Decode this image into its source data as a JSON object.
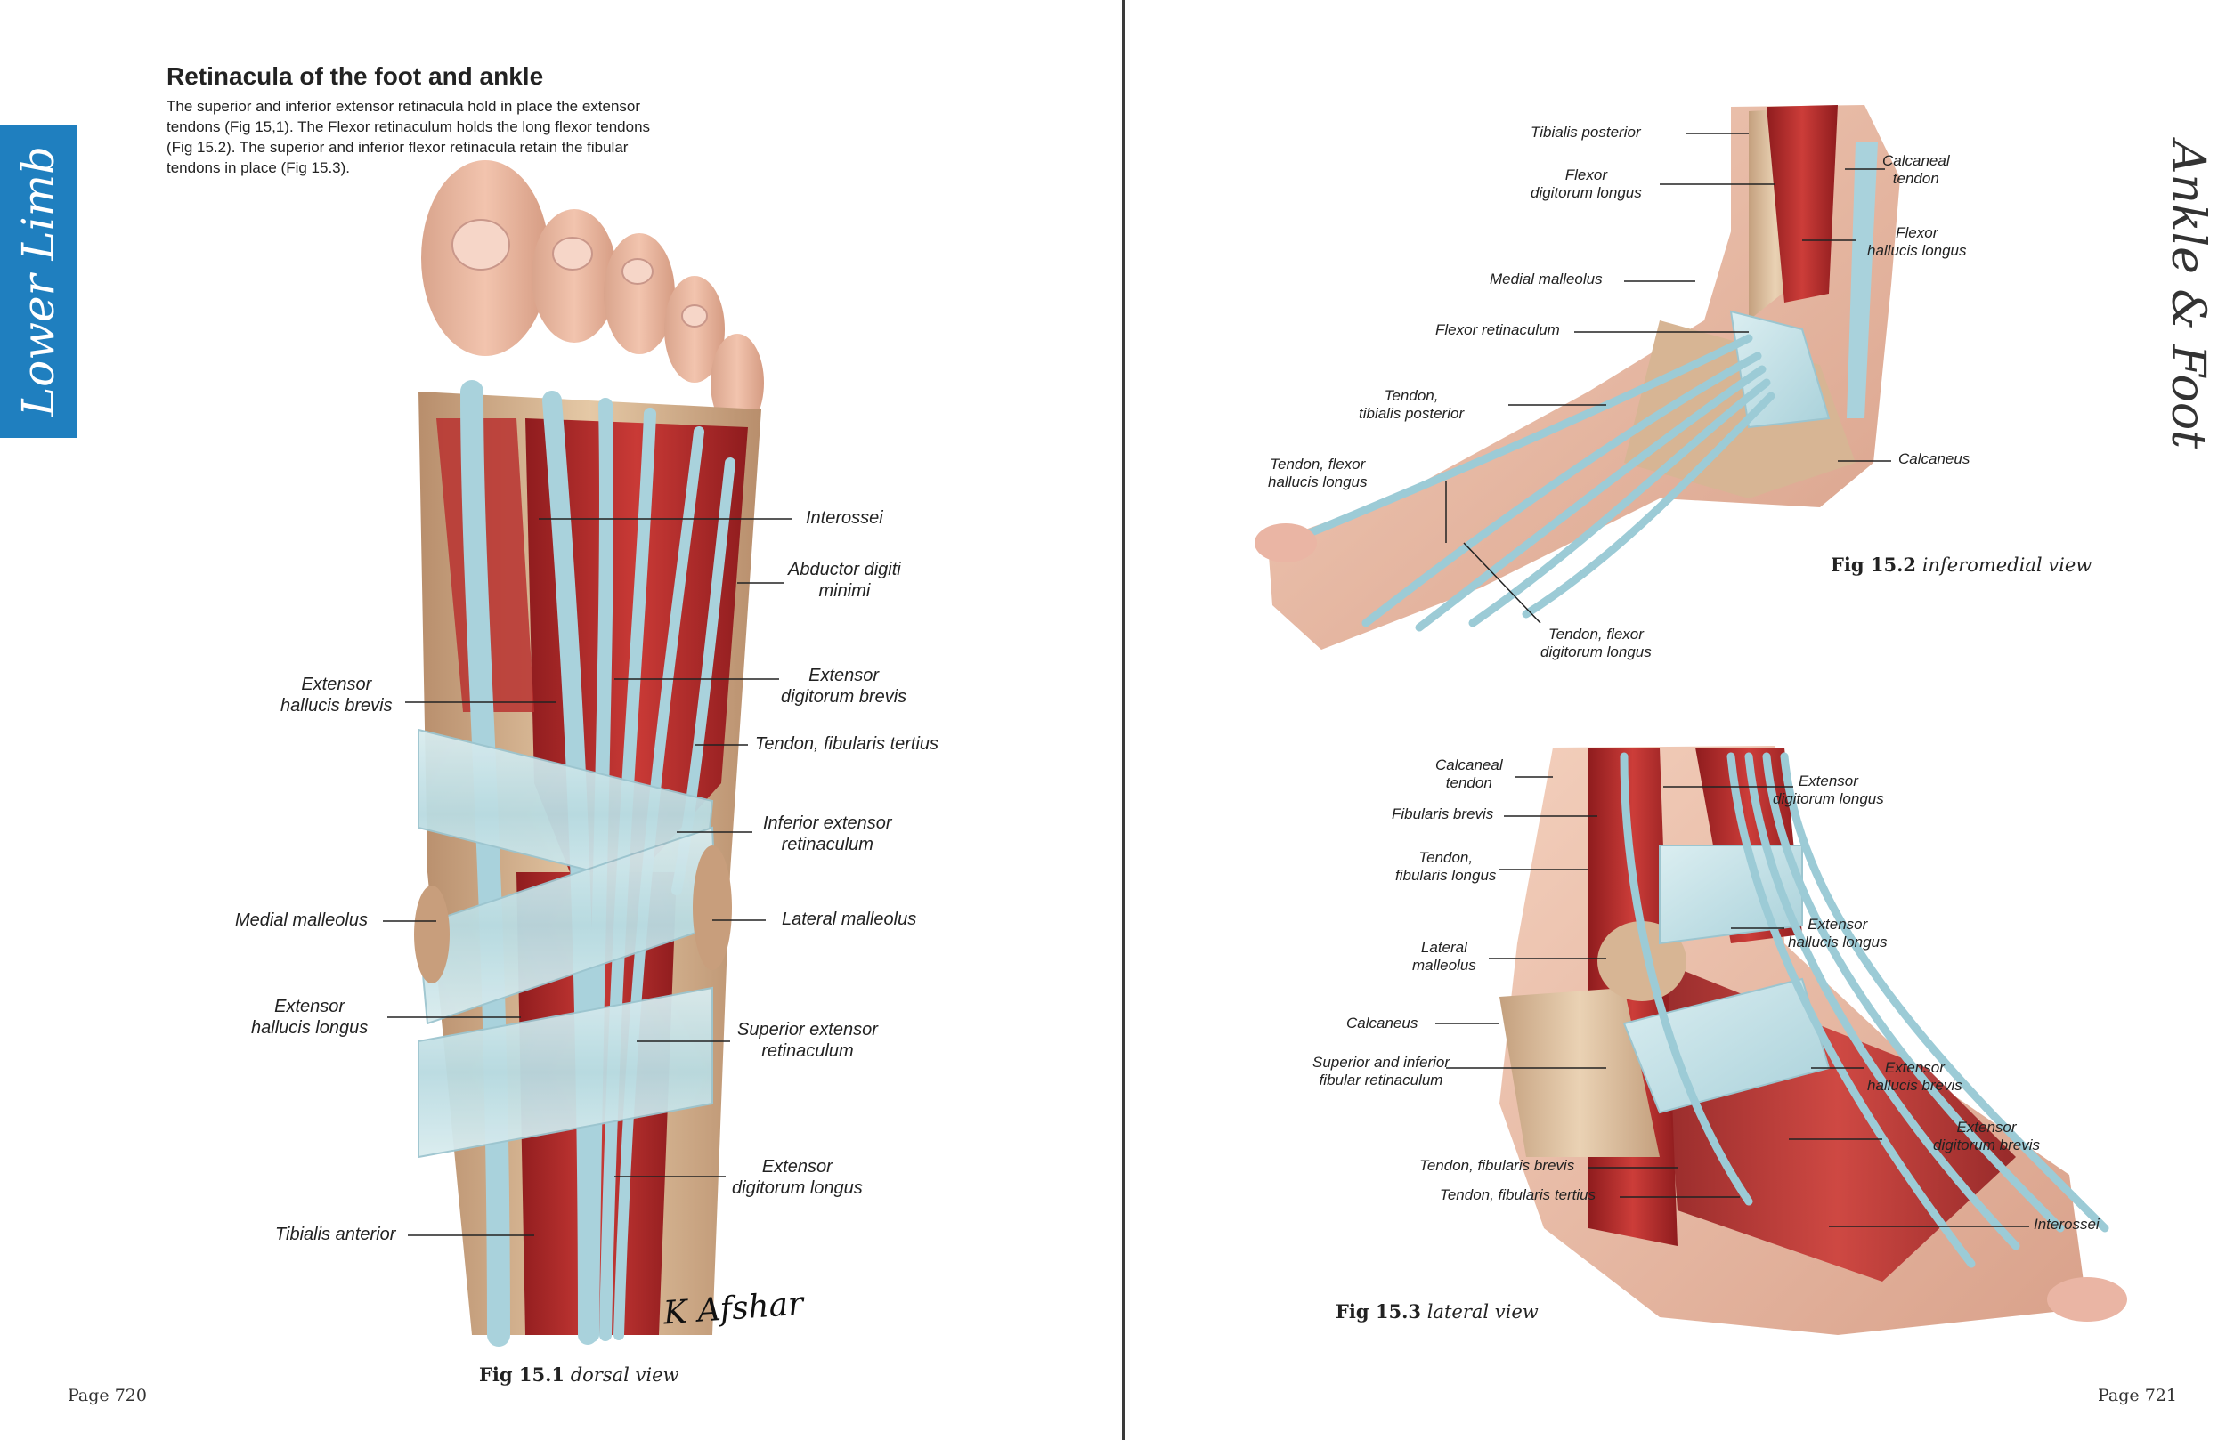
{
  "left_page": {
    "side_tab": "Lower Limb",
    "title": "Retinacula of the foot and ankle",
    "intro_lines": [
      "The superior and inferior extensor retinacula hold in place the extensor",
      "tendons (Fig 15,1). The Flexor retinaculum holds the long flexor tendons",
      "(Fig 15.2). The superior and inferior flexor retinacula retain the fibular",
      "tendons in place (Fig 15.3)."
    ],
    "fig1": {
      "caption_num": "Fig 15.1",
      "caption_view": "dorsal view",
      "signature": "K Afshar",
      "labels": {
        "interossei": "Interossei",
        "abductor_line1": "Abductor digiti",
        "abductor_line2": "minimi",
        "ehb_line1": "Extensor",
        "ehb_line2": "hallucis brevis",
        "edb_line1": "Extensor",
        "edb_line2": "digitorum brevis",
        "fib_tertius": "Tendon, fibularis tertius",
        "iner_line1": "Inferior extensor",
        "iner_line2": "retinaculum",
        "medial_malleolus": "Medial malleolus",
        "lateral_malleolus": "Lateral malleolus",
        "ehl_line1": "Extensor",
        "ehl_line2": "hallucis longus",
        "ser_line1": "Superior extensor",
        "ser_line2": "retinaculum",
        "edl_line1": "Extensor",
        "edl_line2": "digitorum longus",
        "tibialis_anterior": "Tibialis anterior"
      }
    },
    "page_number": "Page 720"
  },
  "right_page": {
    "side_vertical": "Ankle & Foot",
    "fig2": {
      "caption_num": "Fig 15.2",
      "caption_view": "inferomedial view",
      "labels": {
        "tib_post": "Tibialis posterior",
        "fdl_line1": "Flexor",
        "fdl_line2": "digitorum longus",
        "calc_tendon_line1": "Calcaneal",
        "calc_tendon_line2": "tendon",
        "fhl_line1": "Flexor",
        "fhl_line2": "hallucis longus",
        "medial_malleolus": "Medial malleolus",
        "flexor_ret": "Flexor retinaculum",
        "tend_tp_line1": "Tendon,",
        "tend_tp_line2": "tibialis posterior",
        "tend_fhl_line1": "Tendon, flexor",
        "tend_fhl_line2": "hallucis longus",
        "calcaneus": "Calcaneus",
        "tend_fdl_line1": "Tendon, flexor",
        "tend_fdl_line2": "digitorum longus"
      }
    },
    "fig3": {
      "caption_num": "Fig 15.3",
      "caption_view": "lateral view",
      "labels": {
        "calc_tendon_line1": "Calcaneal",
        "calc_tendon_line2": "tendon",
        "fib_brevis": "Fibularis brevis",
        "edl_line1": "Extensor",
        "edl_line2": "digitorum longus",
        "tend_fl_line1": "Tendon,",
        "tend_fl_line2": "fibularis longus",
        "ehl_line1": "Extensor",
        "ehl_line2": "hallucis longus",
        "lat_mall_line1": "Lateral",
        "lat_mall_line2": "malleolus",
        "calcaneus": "Calcaneus",
        "ehb_line1": "Extensor",
        "ehb_line2": "hallucis brevis",
        "sifr_line1": "Superior and inferior",
        "sifr_line2": "fibular retinaculum",
        "edb_line1": "Extensor",
        "edb_line2": "digitorum brevis",
        "tend_fb": "Tendon, fibularis brevis",
        "tend_ft": "Tendon, fibularis tertius",
        "interossei": "Interossei"
      }
    },
    "page_number": "Page 721"
  }
}
